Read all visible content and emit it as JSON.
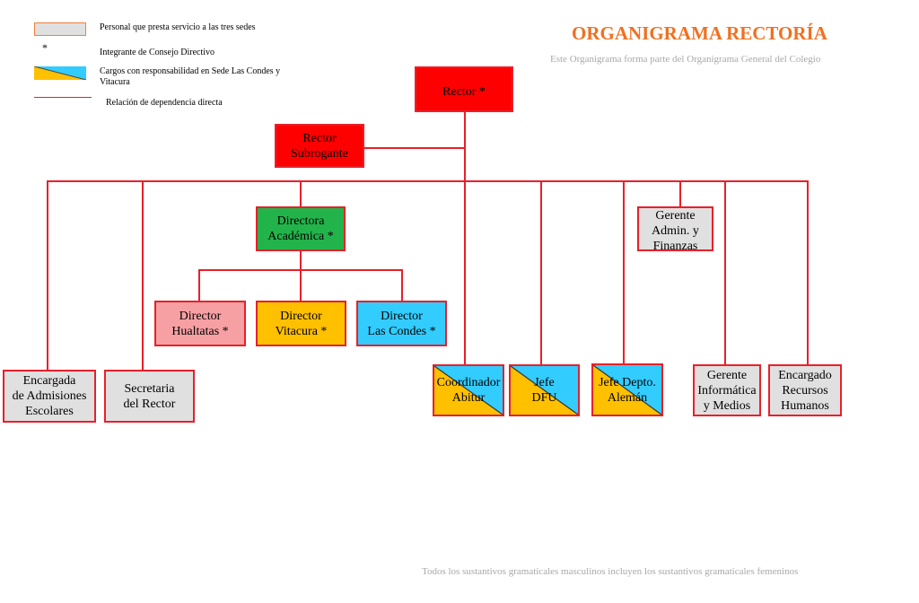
{
  "colors": {
    "red": "#ff0000",
    "green": "#22b44b",
    "pink": "#f7a0a3",
    "gold": "#ffc000",
    "sky": "#33ccff",
    "gray": "#e0e0e0",
    "border": "#e8202a"
  },
  "legend": {
    "item1": "Personal que presta servicio a las tres sedes",
    "star": "*",
    "item2": "Integrante de Consejo Directivo",
    "item3": "Cargos con responsabilidad en Sede Las Condes  y Vitacura",
    "item4": "Relación de dependencia directa"
  },
  "header": {
    "title": "ORGANIGRAMA RECTORÍA",
    "subtitle": "Este Organigrama  forma parte del Organigrama General del Colegio"
  },
  "nodes": {
    "rector": "Rector *",
    "rector_subrogante": "Rector\nSubrogante",
    "directora_academica": "Directora\nAcadémica *",
    "gerente_admin": "Gerente\nAdmin. y\nFinanzas",
    "director_hualtatas": "Director\nHualtatas *",
    "director_vitacura": "Director\nVitacura *",
    "director_las_condes": "Director\nLas Condes *",
    "encargada_admisiones": "Encargada\nde Admisiones\nEscolares",
    "secretaria_rector": "Secretaria\ndel Rector",
    "coordinador_abitur": "Coordinador\nAbitur",
    "jefe_dfu": "Jefe\nDFU",
    "jefe_depto_aleman": "Jefe Depto.\nAlemán",
    "gerente_informatica": "Gerente\nInformática\ny Medios",
    "encargado_rrhh": "Encargado\nRecursos\nHumanos"
  },
  "footer": "Todos los sustantivos gramaticales masculinos incluyen los sustantivos gramaticales femeninos"
}
